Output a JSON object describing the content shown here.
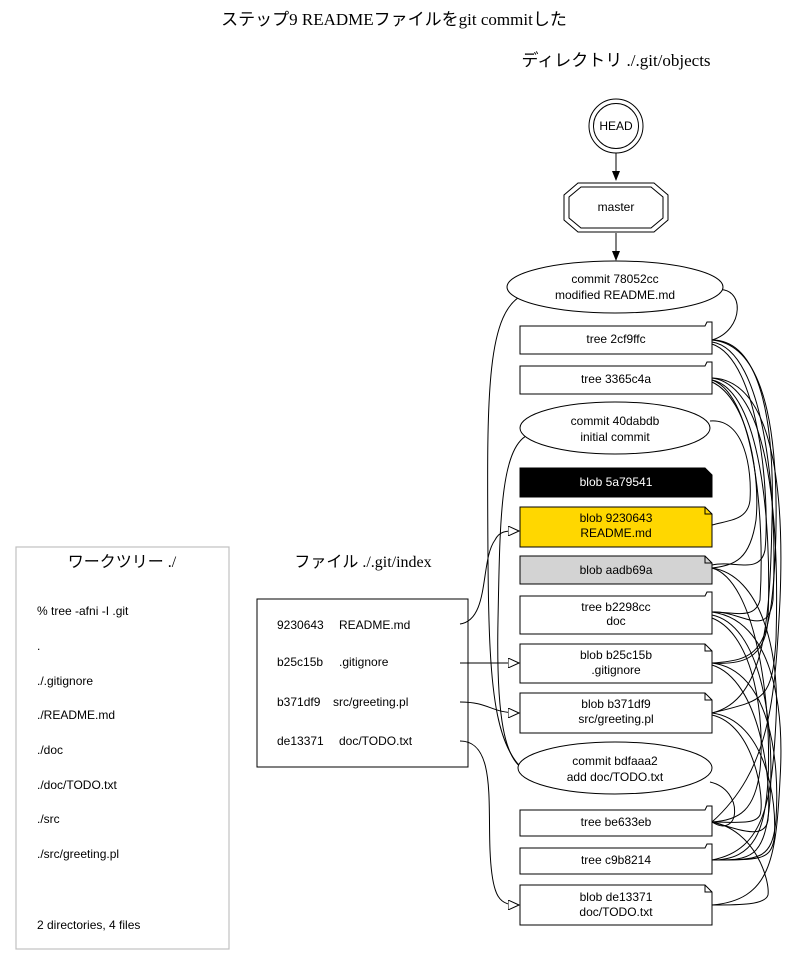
{
  "title": "ステップ9 READMEファイルをgit commitした",
  "objects_label": "ディレクトリ ./.git/objects",
  "worktree": {
    "title": "ワークツリー ./",
    "lines": [
      "% tree -afni -I .git",
      ".",
      "./.gitignore",
      "./README.md",
      "./doc",
      "./doc/TODO.txt",
      "./src",
      "./src/greeting.pl"
    ],
    "summary": "2 directories, 4 files"
  },
  "index": {
    "title": "ファイル ./.git/index",
    "entries": [
      {
        "hash": "9230643",
        "path": "README.md"
      },
      {
        "hash": "b25c15b",
        "path": ".gitignore"
      },
      {
        "hash": "b371df9",
        "path": "src/greeting.pl"
      },
      {
        "hash": "de13371",
        "path": "doc/TODO.txt"
      }
    ]
  },
  "head": "HEAD",
  "master": "master",
  "commits": [
    {
      "line1": "commit 78052cc",
      "line2": "modified README.md"
    },
    {
      "line1": "commit 40dabdb",
      "line2": "initial commit"
    },
    {
      "line1": "commit bdfaaa2",
      "line2": "add doc/TODO.txt"
    }
  ],
  "trees": [
    {
      "line1": "tree 2cf9ffc",
      "line2": ""
    },
    {
      "line1": "tree 3365c4a",
      "line2": ""
    },
    {
      "line1": "tree b2298cc",
      "line2": "doc"
    },
    {
      "line1": "tree be633eb",
      "line2": ""
    },
    {
      "line1": "tree c9b8214",
      "line2": ""
    }
  ],
  "blobs": [
    {
      "line1": "blob 5a79541",
      "line2": "",
      "fill": "#000000",
      "text_color": "#ffffff"
    },
    {
      "line1": "blob 9230643",
      "line2": "README.md",
      "fill": "#ffd700",
      "text_color": "#000000"
    },
    {
      "line1": "blob aadb69a",
      "line2": "",
      "fill": "#d3d3d3",
      "text_color": "#000000"
    },
    {
      "line1": "blob b25c15b",
      "line2": ".gitignore",
      "fill": "#ffffff",
      "text_color": "#000000"
    },
    {
      "line1": "blob b371df9",
      "line2": "src/greeting.pl",
      "fill": "#ffffff",
      "text_color": "#000000"
    },
    {
      "line1": "blob de13371",
      "line2": "doc/TODO.txt",
      "fill": "#ffffff",
      "text_color": "#000000"
    }
  ]
}
